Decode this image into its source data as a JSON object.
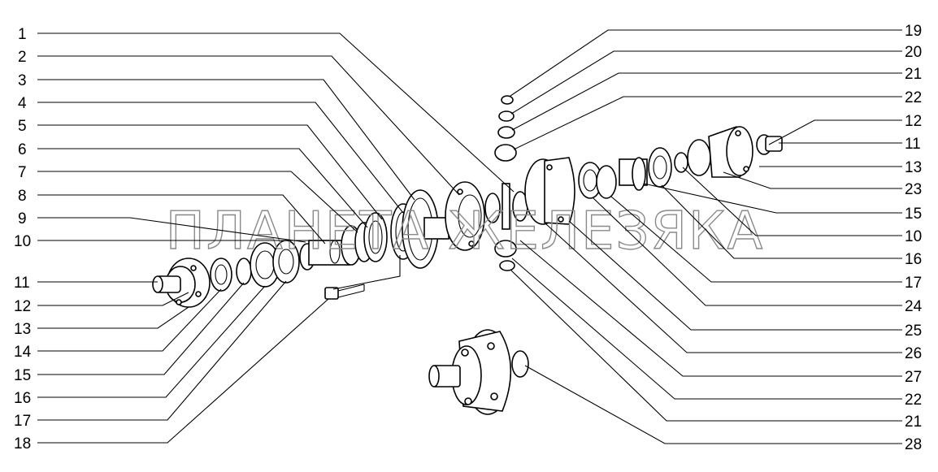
{
  "watermark": "ПЛАНЕТА ЖЕЛЕЗЯКА",
  "left_labels": [
    "1",
    "2",
    "3",
    "4",
    "5",
    "6",
    "7",
    "8",
    "9",
    "10",
    "11",
    "12",
    "13",
    "14",
    "15",
    "16",
    "17",
    "18"
  ],
  "right_labels": [
    "19",
    "20",
    "21",
    "22",
    "12",
    "11",
    "13",
    "23",
    "15",
    "10",
    "16",
    "17",
    "24",
    "25",
    "26",
    "27",
    "22",
    "21",
    "28"
  ]
}
